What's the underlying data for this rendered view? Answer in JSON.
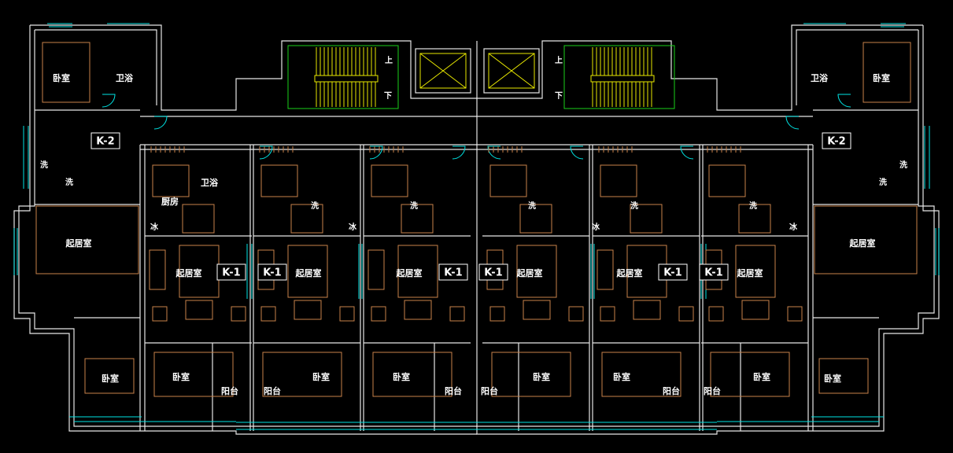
{
  "tags": {
    "k1": "K-1",
    "k2": "K-2"
  },
  "rooms": {
    "bedroom": "卧室",
    "bath": "卫浴",
    "kitchen": "厨房",
    "living": "起居室",
    "balcony": "阳台",
    "wash": "洗",
    "fridge": "冰"
  },
  "stairs": {
    "up": "上",
    "down": "下"
  },
  "colors": {
    "background": "#000000",
    "wall": "#e6e6e6",
    "window": "#00e5e5",
    "furniture": "#c8824a",
    "stair": "#e8e800",
    "label": "#ffffff"
  }
}
